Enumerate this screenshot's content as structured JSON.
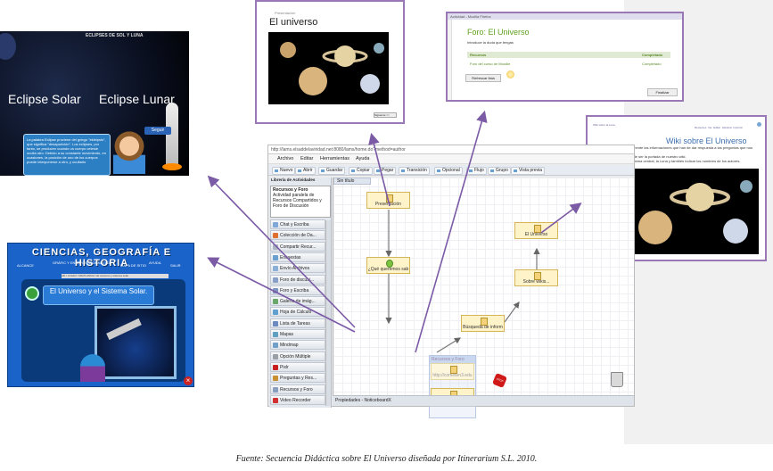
{
  "eclipse": {
    "title": "ECLIPSES DE SOL Y LUNA",
    "solar": "Eclipse Solar",
    "lunar": "Eclipse Lunar",
    "seguir": "Seguir",
    "text": "La palabra Eclipse proviene del griego \"ekleipsis\", que significa \"desaparición\". Los eclipses, por tanto, se producen cuando un cuerpo celeste oculta otro. Debido a su constante movimiento, en ocasiones, la posición de uno de los cuerpos puede interponerse a otro, y ocultarlo"
  },
  "ciencias": {
    "header": "CIENCIAS, GEOGRAFÍA E HISTORIA",
    "nav": [
      "ALCANCE",
      "GRÁFIC Y ENSAYOS",
      "INFORMÁTICO",
      "MAPA DE SITIO",
      "AYUDA",
      "SALIR"
    ],
    "breadcrumb": "Alb / LOLEO / MILPLANCIA / El universo y sistema solar",
    "inner_title": "El Universo y el Sistema Solar."
  },
  "universo": {
    "small": "Presentación",
    "title": "El universo",
    "button": "Siguiente >>"
  },
  "foro": {
    "bar": "Actividad - Mozilla Firefox",
    "title": "Foro: El Universo",
    "intro": "Introduce la duda que tengas",
    "col_recursos": "Recursos",
    "col_completado": "Completado",
    "row_recurso": "Foro del curso de Moodle",
    "row_estado": "Completado",
    "refresh": "Refrescar lista",
    "finish": "Finalizar"
  },
  "wiki": {
    "top": "Wiki sobre la Luna",
    "links": [
      "Recientes",
      "Ver",
      "Editar",
      "Historial",
      "Imprimir"
    ],
    "title": "Wiki sobre El Universo",
    "text1": "Espacio para editar libremente las informaciones que han de dar respuesta a las preguntas que nos hacemos sobre la Luna.",
    "text2": "Esta primera página puede ser la portada de nuestro wiki.",
    "text3": "Aquí podéis presentar el tema central, la Luna y también indicar los nombres de los autores."
  },
  "app": {
    "url": "http://lams.elsaddelaviridad.net:8080/lams/home.do?method=author",
    "menu": [
      "Archivo",
      "Editar",
      "Herramientas",
      "Ayuda"
    ],
    "toolbar": [
      "Nuevo",
      "Abrir",
      "Guardar",
      "Copiar",
      "Pegar",
      "Transición",
      "Opcional",
      "Flujo",
      "Grupo",
      "Vista previa"
    ],
    "library_title": "Librería de Actividades",
    "selected_title": "Recursos y Foro",
    "selected_desc": "Actividad paralela de Recursos Compartidos y Foro de Discusión",
    "items": [
      {
        "label": "Chat y Escriba",
        "color": "#7fa7d8"
      },
      {
        "label": "Colección de Da...",
        "color": "#e07030"
      },
      {
        "label": "Compartir Recur...",
        "color": "#aab4c0"
      },
      {
        "label": "Encuestas",
        "color": "#6aa0d0"
      },
      {
        "label": "Envío Archivos",
        "color": "#8ab0d8"
      },
      {
        "label": "Foro de discusi...",
        "color": "#88a0c8"
      },
      {
        "label": "Foro y Escriba",
        "color": "#7d93c0"
      },
      {
        "label": "Galería de imág...",
        "color": "#6aa86a"
      },
      {
        "label": "Hoja de Cálculo",
        "color": "#60a0d0"
      },
      {
        "label": "Lista de Tareas",
        "color": "#6a8ac0"
      },
      {
        "label": "Mapas",
        "color": "#5fa0c0"
      },
      {
        "label": "Mindmap",
        "color": "#70a0c8"
      },
      {
        "label": "Opción Múltiple",
        "color": "#9aa0a8"
      },
      {
        "label": "Pixlr",
        "color": "#c82020"
      },
      {
        "label": "Preguntas y Res...",
        "color": "#c89030"
      },
      {
        "label": "Recursos y Foro",
        "color": "#8aa0c0"
      },
      {
        "label": "Video Recorder",
        "color": "#d03030"
      }
    ],
    "canvas_tab": "Sin título",
    "nodes": {
      "presentacion": "Presentación",
      "queremos": "¿Qué queremos sab",
      "group_title": "Recursos y Foro",
      "url_node": "http://cometen3.edu",
      "foro": "Foro de discusión",
      "busqueda": "Búsqueda de inform",
      "sobre": "Sobre wikis...",
      "universo": "El Universo"
    },
    "stop": "STOP",
    "properties": "Propiedades - NoticeboardX"
  },
  "caption": "Fuente: Secuencia Didáctica sobre El Universo diseñada por Itinerarium S.L. 2010."
}
